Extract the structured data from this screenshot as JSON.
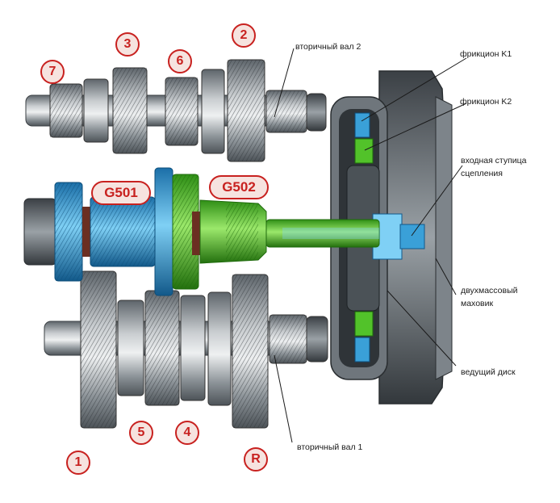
{
  "gear_numbers": {
    "g1": "1",
    "g2": "2",
    "g3": "3",
    "g4": "4",
    "g5": "5",
    "g6": "6",
    "g7": "7",
    "gR": "R"
  },
  "sensors": {
    "s1": "G501",
    "s2": "G502"
  },
  "callouts": {
    "secondary_shaft_2": "вторичный вал 2",
    "secondary_shaft_1": "вторичный вал 1",
    "clutch_k1": "фрикцион K1",
    "clutch_k2": "фрикцион K2",
    "input_hub_line1": "входная ступица",
    "input_hub_line2": "сцепления",
    "flywheel_line1": "двухмассовый",
    "flywheel_line2": "маховик",
    "drive_disc": "ведущий диск"
  },
  "colors": {
    "badge_red": "#c8211f",
    "input_shaft_blue": "#3aa0d8",
    "input_shaft_green": "#52c22a",
    "steel_gray": "#8a9096"
  }
}
